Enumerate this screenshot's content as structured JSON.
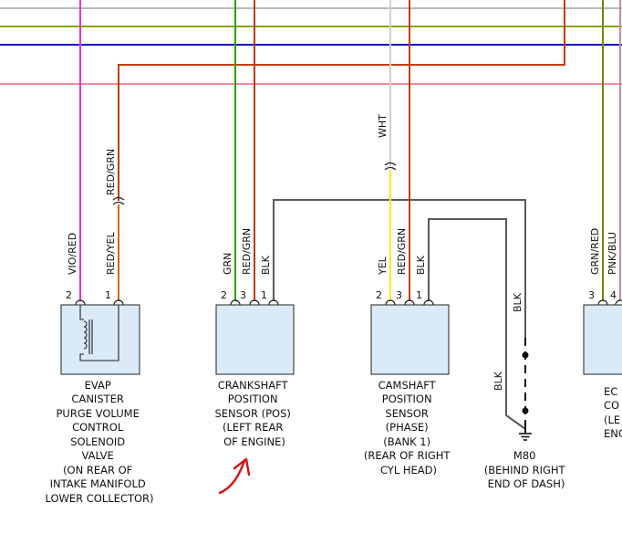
{
  "colors": {
    "grey_bus": "#b9b9b9",
    "green_bus": "#8aa300",
    "blue_bus": "#1010c8",
    "pink_bus": "#f28aa0",
    "violet_red": "#ee2fd6",
    "red_yel": "#e06000",
    "red_grn": "#c23a10",
    "grn": "#2aa000",
    "blk": "#5a5a5a",
    "wht": "#cfcfcf",
    "yel": "#ffea00",
    "grn_red": "#6c8a00",
    "pnk_blu": "#d08aa0",
    "component_fill": "#dbeaf7",
    "annotation": "#d81010"
  },
  "components": {
    "evap": {
      "caption": [
        "EVAP",
        "CANISTER",
        "PURGE VOLUME",
        "CONTROL",
        "SOLENOID",
        "VALVE",
        "(ON REAR OF",
        "INTAKE MANIFOLD",
        "LOWER COLLECTOR)"
      ],
      "pins": [
        "2",
        "1"
      ],
      "wires": [
        "VIO/RED",
        "RED/YEL",
        "RED/GRN"
      ]
    },
    "crank": {
      "caption": [
        "CRANKSHAFT",
        "POSITION",
        "SENSOR (POS)",
        "(LEFT REAR",
        "OF ENGINE)"
      ],
      "pins": [
        "2",
        "3",
        "1"
      ],
      "wires": [
        "GRN",
        "RED/GRN",
        "BLK"
      ]
    },
    "cam": {
      "caption": [
        "CAMSHAFT",
        "POSITION",
        "SENSOR",
        "(PHASE)",
        "(BANK 1)",
        "(REAR OF RIGHT",
        "CYL HEAD)"
      ],
      "pins": [
        "2",
        "3",
        "1"
      ],
      "wires": [
        "WHT",
        "YEL",
        "RED/GRN",
        "BLK"
      ]
    },
    "ground": {
      "caption": [
        "M80",
        "(BEHIND RIGHT",
        "END OF DASH)"
      ],
      "wires": [
        "BLK",
        "BLK"
      ]
    },
    "ecm": {
      "caption": [
        "EC",
        "CO",
        "(LE",
        "ENG"
      ],
      "pins": [
        "3",
        "4"
      ],
      "wires": [
        "GRN/RED",
        "PNK/BLU"
      ]
    }
  }
}
